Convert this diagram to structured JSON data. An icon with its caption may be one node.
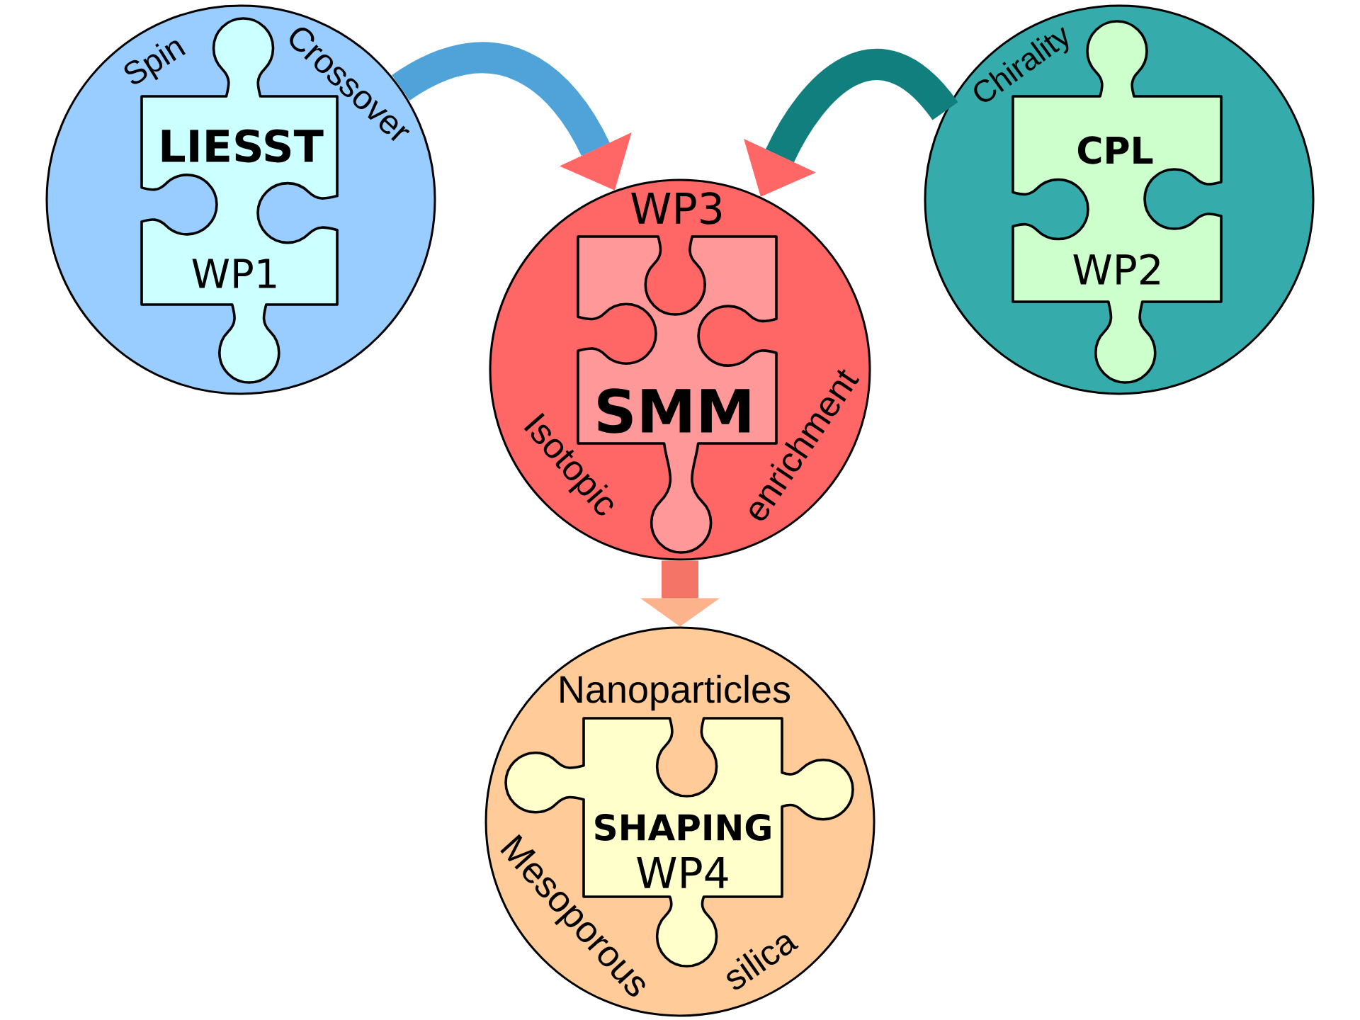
{
  "diagram": {
    "nodes": [
      {
        "text": [
          "Spin",
          "Crossover"
        ]
      },
      {
        "text": [
          "LIESST",
          "WP1"
        ],
        "in": 0
      },
      {
        "text": [
          "Chirality"
        ]
      },
      {
        "text": [
          "CPL",
          "WP2"
        ],
        "in": 2
      },
      {
        "text": [
          "WP3",
          "Isotopic",
          "enrichment"
        ]
      },
      {
        "text": [
          "SMM"
        ],
        "in": 4
      },
      {
        "text": [
          "Nanoparticles",
          "Mesoporous",
          "silica"
        ]
      },
      {
        "text": [
          "SHAPING",
          "WP4"
        ],
        "in": 6
      }
    ],
    "edges": [
      {
        "from": 0,
        "to": 4,
        "arrow": "to",
        "color": "#4fa3d9"
      },
      {
        "from": 2,
        "to": 4,
        "arrow": "to",
        "color": "#127f7f"
      },
      {
        "from": 4,
        "to": 6,
        "arrow": "to",
        "color": "#f57468"
      }
    ]
  }
}
